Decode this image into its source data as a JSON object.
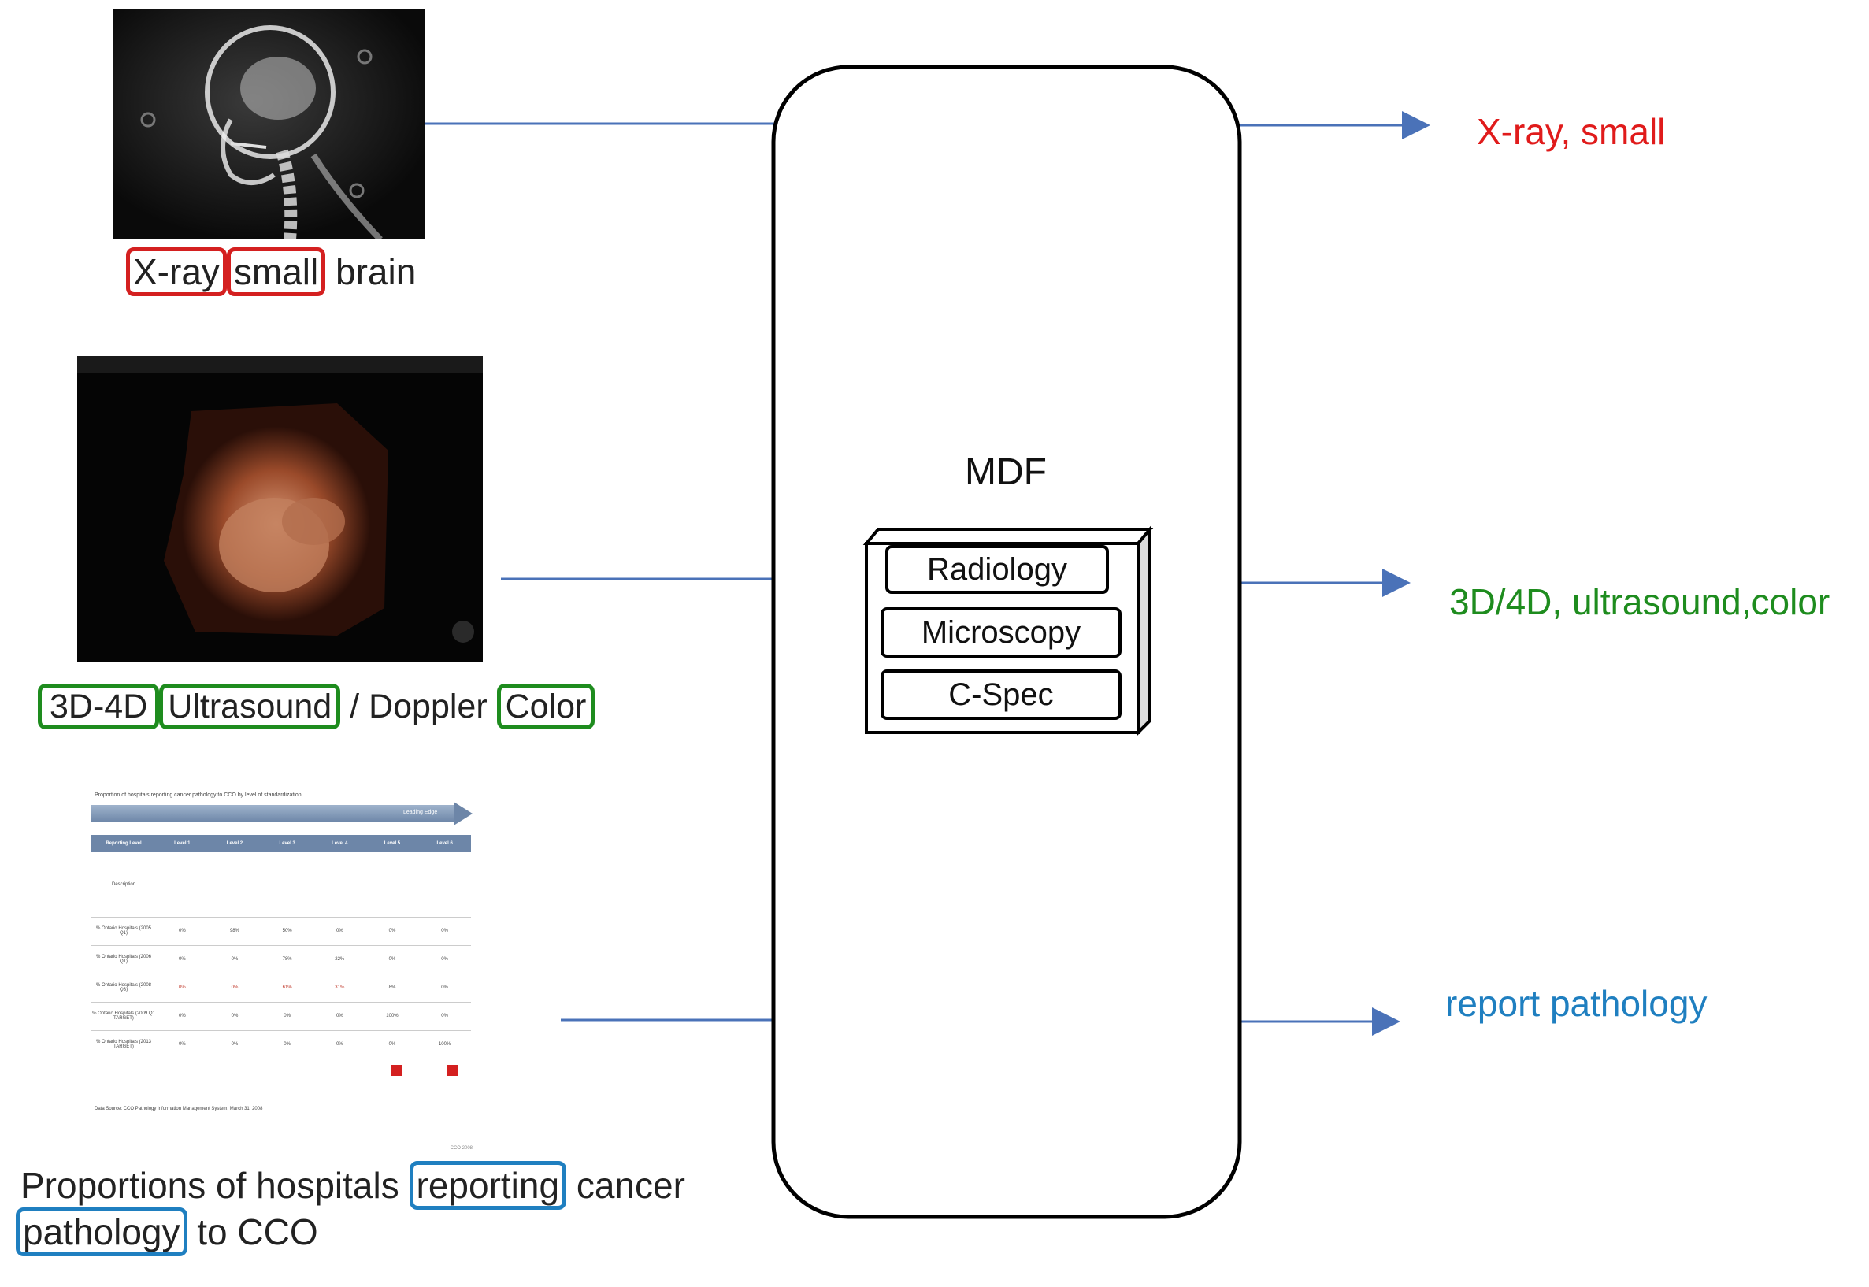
{
  "mdf": {
    "title": "MDF",
    "modules": [
      "Radiology",
      "Microscopy",
      "C-Spec"
    ]
  },
  "inputs": [
    {
      "image": "x-ray skull brain image",
      "caption": [
        "X-ray",
        "small",
        "brain"
      ]
    },
    {
      "image": "3D ultrasound fetus image",
      "caption": [
        "3D-4D",
        "Ultrasound",
        "/ Doppler",
        "Color"
      ]
    },
    {
      "image": "report table figure",
      "caption_line1": [
        "Proportions of hospitals",
        "reporting",
        "cancer"
      ],
      "caption_line2": [
        "pathology",
        "to CCO"
      ]
    }
  ],
  "outputs": [
    {
      "text": "X-ray, small",
      "color": "#e01b1b"
    },
    {
      "text": "3D/4D, ultrasound,color",
      "color": "#1e8c1e"
    },
    {
      "text": "report pathology",
      "color": "#1f7fc0"
    }
  ],
  "colors": {
    "arrow": "#4a72b8",
    "highlight_red": "#d42020",
    "highlight_green": "#1e8c1e",
    "highlight_blue": "#1f7fc0"
  },
  "figure_text": {
    "table_title": "Proportion of hospitals reporting cancer pathology to CCO by level of standardization",
    "table_arrow_label": "Leading Edge",
    "table_headers": [
      "Reporting Level",
      "Level 1",
      "Level 2",
      "Level 3",
      "Level 4",
      "Level 5",
      "Level 6"
    ],
    "table_row_label": "Description",
    "table_rows": [
      {
        "label": "% Ontario Hospitals (2005 Q1)",
        "values": [
          "0%",
          "98%",
          "50%",
          "0%",
          "0%",
          "0%"
        ]
      },
      {
        "label": "% Ontario Hospitals (2006 Q1)",
        "values": [
          "0%",
          "0%",
          "78%",
          "22%",
          "0%",
          "0%"
        ]
      },
      {
        "label": "% Ontario Hospitals (2008 Q3)",
        "values": [
          "0%",
          "0%",
          "61%",
          "31%",
          "8%",
          "0%"
        ]
      },
      {
        "label": "% Ontario Hospitals (2009 Q1 TARGET)",
        "values": [
          "0%",
          "0%",
          "0%",
          "0%",
          "100%",
          "0%"
        ]
      },
      {
        "label": "% Ontario Hospitals (2013 TARGET)",
        "values": [
          "0%",
          "0%",
          "0%",
          "0%",
          "0%",
          "100%"
        ]
      }
    ],
    "table_source": "Data Source: CCO Pathology Information Management System, March 31, 2008",
    "table_footer": "CCO 2008"
  }
}
